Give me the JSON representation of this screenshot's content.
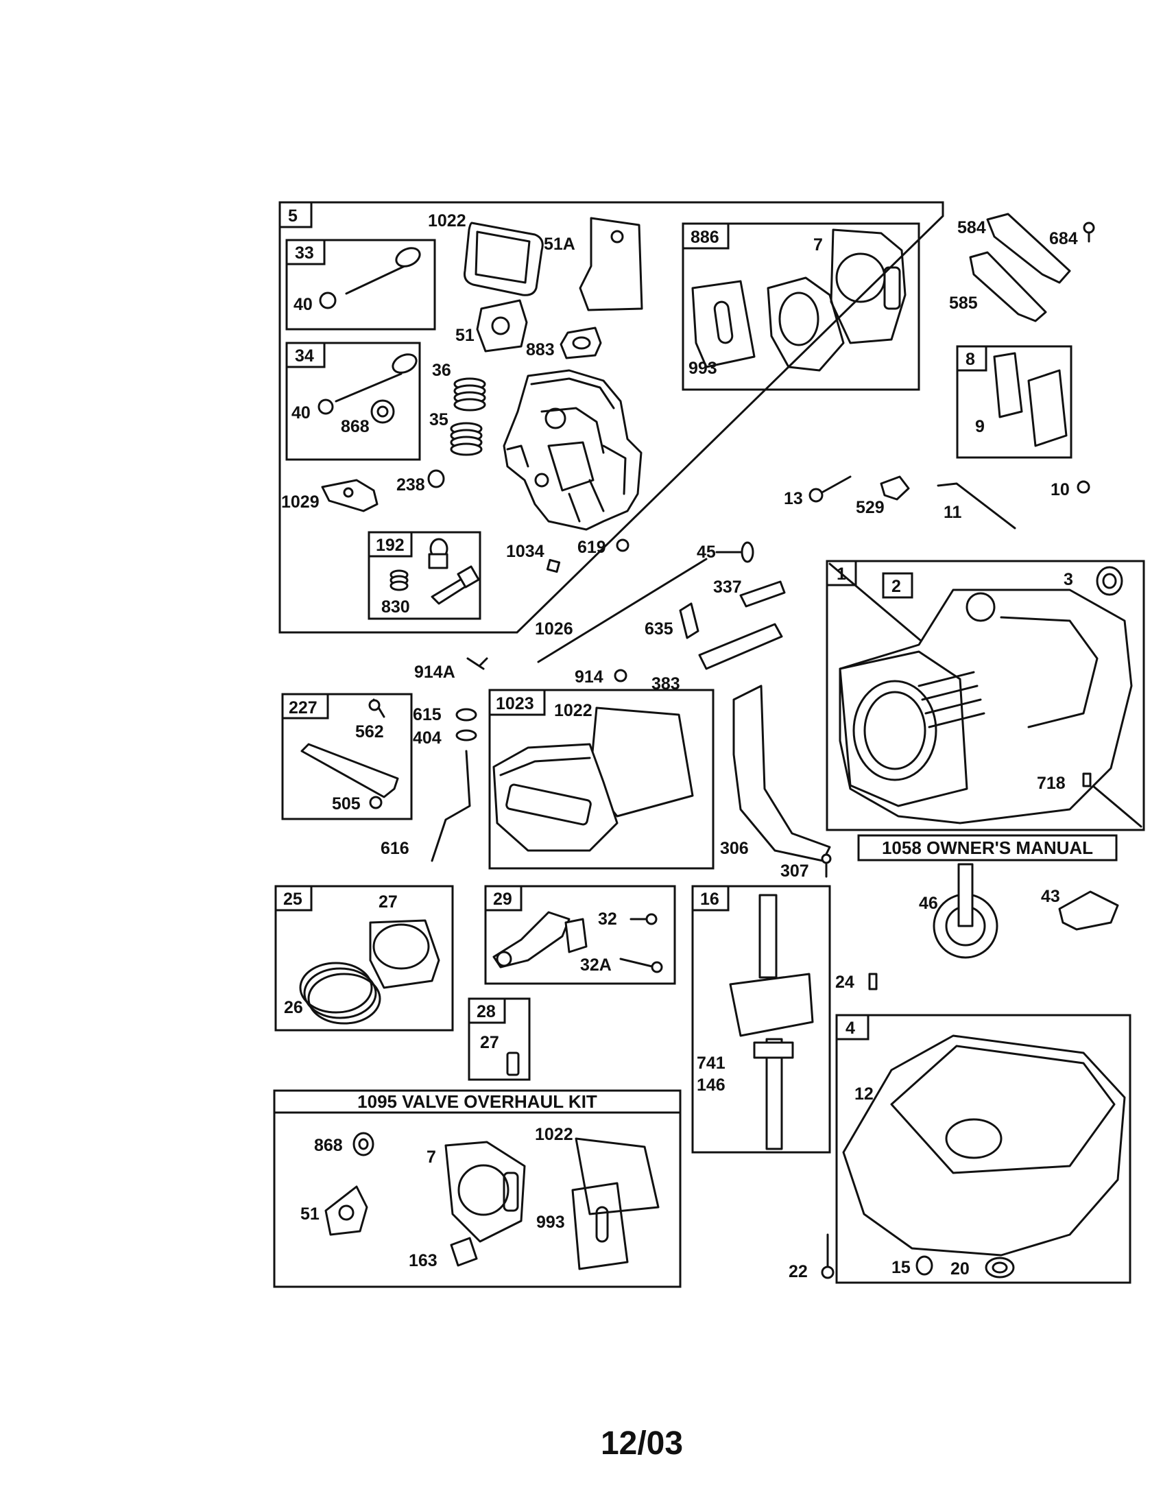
{
  "callouts": {
    "c5": "5",
    "c1022a": "1022",
    "c51a": "51A",
    "c886": "886",
    "c7a": "7",
    "c584": "584",
    "c684": "684",
    "c585": "585",
    "c33": "33",
    "c40a": "40",
    "c51": "51",
    "c883": "883",
    "c993a": "993",
    "c34": "34",
    "c36": "36",
    "c40b": "40",
    "c868a": "868",
    "c35": "35",
    "c8": "8",
    "c9": "9",
    "c1029": "1029",
    "c238": "238",
    "c13": "13",
    "c529": "529",
    "c11": "11",
    "c10": "10",
    "c192": "192",
    "c1034": "1034",
    "c619": "619",
    "c45": "45",
    "c830": "830",
    "c337": "337",
    "c1": "1",
    "c2": "2",
    "c3": "3",
    "c1026": "1026",
    "c635": "635",
    "c914a": "914A",
    "c914": "914",
    "c383": "383",
    "c227": "227",
    "c615": "615",
    "c1023": "1023",
    "c1022b": "1022",
    "c562": "562",
    "c404": "404",
    "c718": "718",
    "c505": "505",
    "c616": "616",
    "c306": "306",
    "c307": "307",
    "c25": "25",
    "c27a": "27",
    "c29": "29",
    "c32": "32",
    "c16": "16",
    "c46": "46",
    "c43": "43",
    "c32a": "32A",
    "c26": "26",
    "c24": "24",
    "c28": "28",
    "c27b": "27",
    "c4": "4",
    "c741": "741",
    "c146": "146",
    "c12": "12",
    "c868b": "868",
    "c7b": "7",
    "c1022c": "1022",
    "c51b": "51",
    "c993b": "993",
    "c163": "163",
    "c22": "22",
    "c15": "15",
    "c20": "20"
  },
  "titles": {
    "owners_manual": "1058 OWNER'S MANUAL",
    "valve_kit": "1095 VALVE OVERHAUL KIT"
  },
  "footer": {
    "date": "12/03"
  }
}
